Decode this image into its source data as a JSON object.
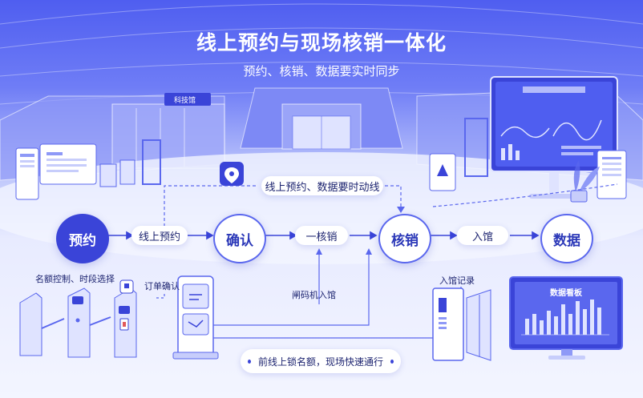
{
  "header": {
    "title": "线上预约与现场核销一体化",
    "subtitle": "预约、核销、数据要实时同步"
  },
  "scene": {
    "building_sign": "科技馆",
    "dashboard_small": "数据看板",
    "colors": {
      "accent": "#3a44d8",
      "line": "#5a67ee",
      "text": "#1d2470"
    }
  },
  "flow": {
    "nodes": [
      "预约",
      "确认",
      "核销",
      "数据"
    ],
    "arrow_labels": [
      "线上预约",
      "一核销",
      "入馆"
    ],
    "sync_label": "线上预约、数据要时动线"
  },
  "annotations": {
    "quota": "名额控制、时段选择",
    "order": "订单确认",
    "gate": "闸码机入馆",
    "entry": "入馆记录"
  },
  "footer": {
    "note": "前线上锁名额，现场快速通行"
  },
  "icons": [
    "location-pin-icon",
    "ticket-icon",
    "chart-icon"
  ]
}
